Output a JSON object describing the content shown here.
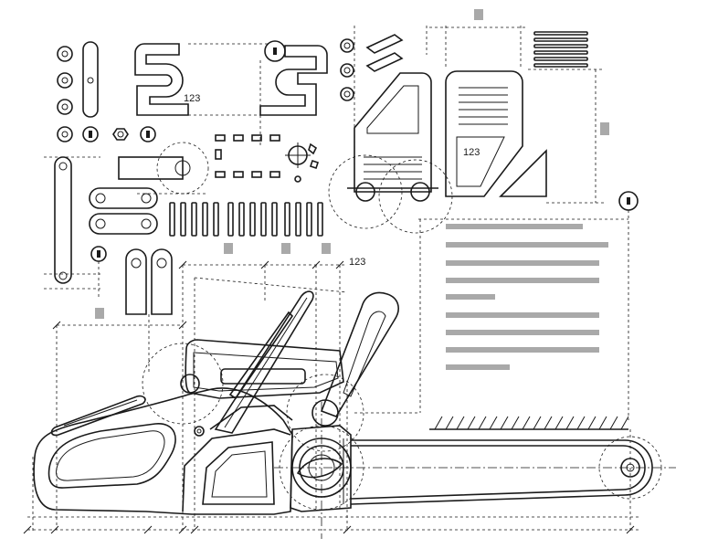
{
  "labels": {
    "dimension_a": "123",
    "dimension_b": "123",
    "dimension_c": "123"
  },
  "colors": {
    "line": "#1a1a1a",
    "placeholder": "#a9a9a9",
    "background": "#ffffff"
  }
}
